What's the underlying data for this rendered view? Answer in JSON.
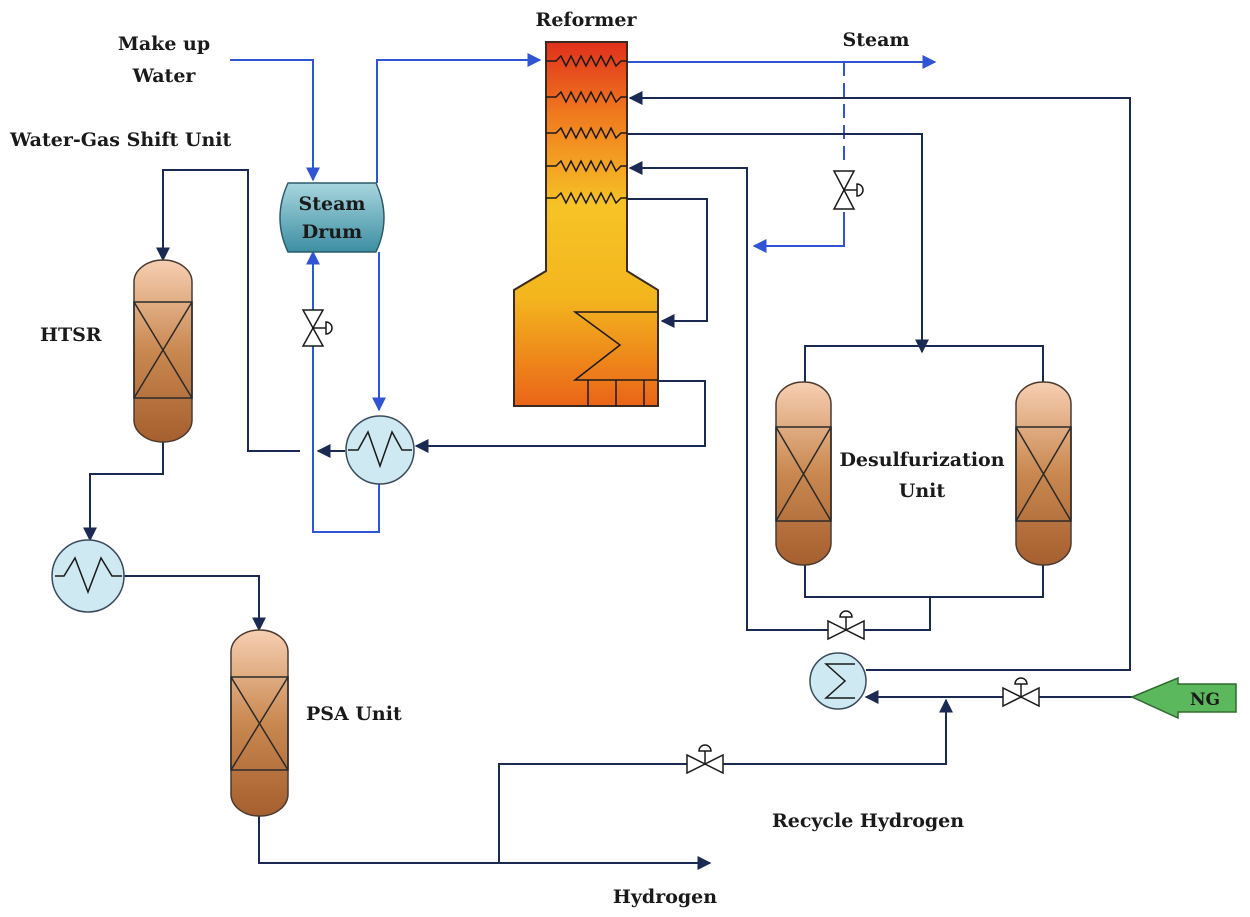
{
  "labels": {
    "reformer": "Reformer",
    "steam": "Steam",
    "makeup_water": [
      "Make up",
      "Water"
    ],
    "water_gas_shift_unit": "Water-Gas Shift Unit",
    "steam_drum": [
      "Steam",
      "Drum"
    ],
    "htsr": "HTSR",
    "desulfurization_unit": [
      "Desulfurization",
      "Unit"
    ],
    "psa_unit": "PSA Unit",
    "recycle_hydrogen": "Recycle Hydrogen",
    "hydrogen": "Hydrogen",
    "ng": "NG"
  },
  "colors": {
    "water_steam_line": "#2f55d4",
    "process_line": "#1b2a52",
    "vessel_gradient": [
      "#f6cfb2",
      "#c98850",
      "#a65f2f"
    ],
    "reformer_gradient": [
      "#e0301c",
      "#f07a1e",
      "#f6c326",
      "#f3b61e",
      "#ea6418"
    ],
    "steam_drum": [
      "#a8d6df",
      "#3d8ea2"
    ],
    "heat_exchanger": "#cfe9f3",
    "ng_arrow": "#5cb85c"
  },
  "icons": {
    "valve": "valve-icon",
    "heat_exchanger": "heat-exchanger-icon",
    "packed_column": "packed-column-icon",
    "feed_arrow": "ng-feed-arrow-icon"
  }
}
